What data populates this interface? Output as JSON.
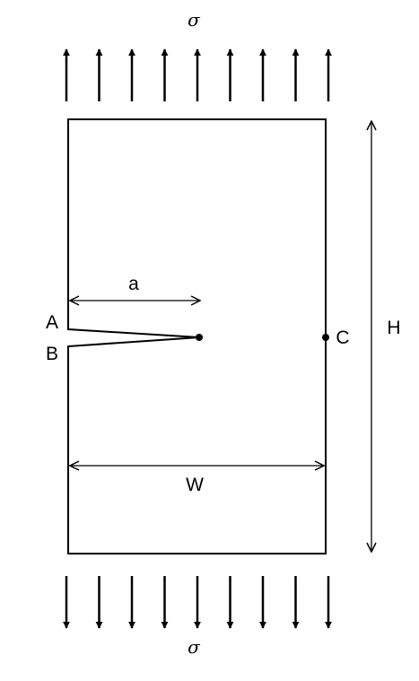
{
  "labels": {
    "sigma_top": "σ",
    "sigma_bottom": "σ",
    "crack_length": "a",
    "width": "W",
    "height": "H",
    "point_a": "A",
    "point_b": "B",
    "point_c": "C"
  },
  "load_arrows": {
    "count_top": 9,
    "count_bottom": 9
  },
  "colors": {
    "stroke": "#000000",
    "background": "#ffffff"
  }
}
